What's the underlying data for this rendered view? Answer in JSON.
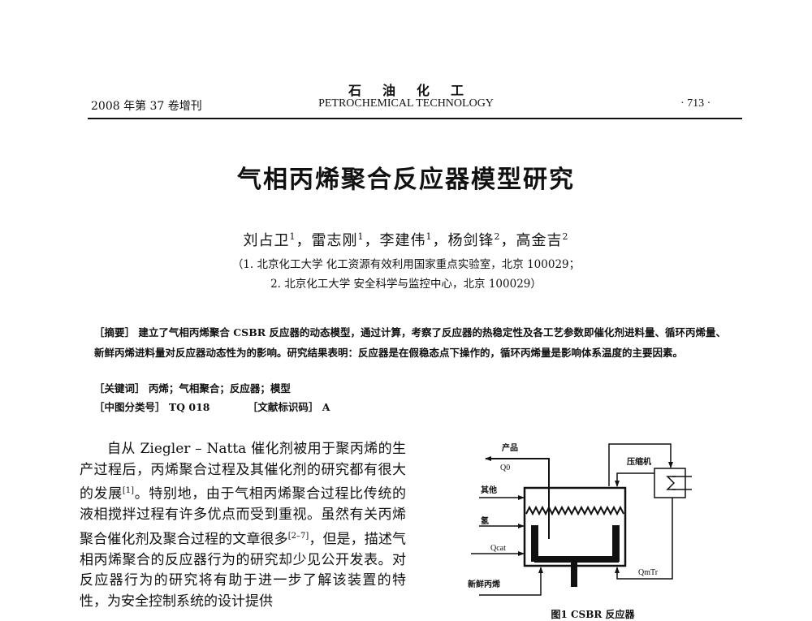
{
  "header": {
    "journal_cn": "石油化工",
    "issue": "2008 年第 37 卷增刊",
    "journal_en": "PETROCHEMICAL  TECHNOLOGY",
    "page": "· 713 ·"
  },
  "article": {
    "title": "气相丙烯聚合反应器模型研究",
    "authors": [
      {
        "name": "刘占卫",
        "aff": "1"
      },
      {
        "name": "雷志刚",
        "aff": "1"
      },
      {
        "name": "李建伟",
        "aff": "1"
      },
      {
        "name": "杨剑锋",
        "aff": "2"
      },
      {
        "name": "高金吉",
        "aff": "2"
      }
    ],
    "affiliations": [
      "（1. 北京化工大学 化工资源有效利用国家重点实验室，北京  100029；",
      "2. 北京化工大学  安全科学与监控中心，北京  100029）"
    ],
    "abstract_label": "［摘要］",
    "abstract": "建立了气相丙烯聚合 CSBR 反应器的动态模型，通过计算，考察了反应器的热稳定性及各工艺参数即催化剂进料量、循环丙烯量、新鲜丙烯进料量对反应器动态性为的影响。研究结果表明：反应器是在假稳态点下操作的，循环丙烯量是影响体系温度的主要因素。",
    "keywords_label": "［关键词］",
    "keywords": "丙烯；气相聚合；反应器；模型",
    "clc_label": "［中图分类号］",
    "clc": "TQ 018",
    "doc_code_label": "［文献标识码］",
    "doc_code": "A",
    "body": {
      "p1_a": "自从 Ziegler – Natta 催化剂被用于聚丙烯的生产过程后，丙烯聚合过程及其催化剂的研究都有很大的发展",
      "ref1": "[1]",
      "p1_b": "。特别地，由于气相丙烯聚合过程比传统的液相搅拌过程有许多优点而受到重视。虽然有关丙烯聚合催化剂及聚合过程的文章很多",
      "ref2": "[2–7]",
      "p1_c": "，但是，描述气相丙烯聚合的反应器行为的研究却少见公开发表。对反应器行为的研究将有助于进一步了解该装置的特性，为安全控制系统的设计提供"
    }
  },
  "figure": {
    "labels": {
      "product": "产品",
      "q0": "Q0",
      "other": "其他",
      "hydrogen": "氢",
      "qcat": "Qcat",
      "fresh_propylene": "新鲜丙烯",
      "compressor": "压缩机",
      "qmtr": "QmTr"
    },
    "caption": "图1   CSBR 反应器"
  }
}
